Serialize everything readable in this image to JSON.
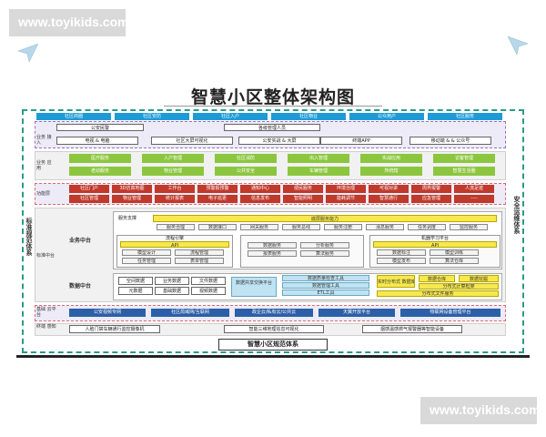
{
  "watermarks": {
    "top": "www.toyikids.com",
    "bottom": "www.toyikids.com"
  },
  "title": "智慧小区整体架构图",
  "side_labels": {
    "left": "标准规范体系",
    "right": "安全运维体系"
  },
  "footer": "智慧小区规范体系",
  "rows": {
    "top_channel": [
      "社区商圈",
      "社区安防",
      "社区入户",
      "社区物业",
      "公众用户",
      "社区服务"
    ],
    "business_access": {
      "label": "业务\n接入",
      "items": [
        "公安民警",
        "电视 & 电脑",
        "社区大屏可视化",
        "公安实战 & 大屏",
        "终端APP",
        "移动端 & & 公众号",
        "各级管理人员"
      ]
    },
    "business_app": {
      "label": "业务\n应用",
      "items": [
        "医疗服务",
        "入户管理",
        "社区消防",
        "出入管理",
        "实战应用",
        "访客管理",
        "老幼服务",
        "物业管理",
        "公共安全",
        "车辆管理",
        "所统辖",
        "智慧生活圈"
      ]
    },
    "dynamic": {
      "label": "功能层",
      "items": [
        "社区门户",
        "3D仿真地图",
        "工作台",
        "预警报预警",
        "通知中心",
        "便民服务",
        "环境治理",
        "可视对讲",
        "周界报警",
        "人流足迹",
        "社区管理",
        "物业管理",
        "统计报表",
        "电子巡更",
        "信息发布",
        "智能照明",
        "能耗调节",
        "智慧通行",
        "应急管理",
        "----"
      ]
    },
    "mid": {
      "label": "标准中台",
      "biz_label": "业务中台",
      "data_label": "数据中台",
      "service_title": "服务支撑",
      "service_sub": "底层服务能力",
      "service_items": [
        "服务治理",
        "数据接口",
        "网关服务",
        "服务总线",
        "服务注册",
        "消息服务",
        "任务调度",
        "监控服务"
      ],
      "engine1": "流程引擎",
      "api1": "API",
      "engine1_items": [
        "模型设计",
        "流程管理",
        "任务管理",
        "表单管理"
      ],
      "engine2": "",
      "engine2_items": [
        "数据服务",
        "分析服务",
        "报表服务",
        "算法服务"
      ],
      "engine3": "机器学习平台",
      "api3": "API",
      "engine3_items": [
        "数据标注",
        "模型训练",
        "模型发布",
        "算法仓库"
      ],
      "data_items": [
        "空间数据",
        "业务数据",
        "文件数据",
        "元数据",
        "基础数据",
        "视频数据"
      ],
      "data_share": "数据共享交换平台",
      "data_tools": [
        "数据质量检查工具",
        "数据管理工具",
        "ETL工具"
      ],
      "data_stores": [
        "实时分布式\n数据库",
        "数据仓库",
        "数据挖掘",
        "分布式计算框架",
        "分布式文件服务"
      ]
    },
    "base": {
      "label": "基础\n云平台",
      "items": [
        "公安视频专网",
        "社区局域网/互联网",
        "政企云/私有云/公共云",
        "天翼开放平台",
        "物联网设备管理平台"
      ]
    },
    "perception": {
      "label": "终端\n感知",
      "items": [
        "人脸门禁车辆通行监控摄像机",
        "智能三维地理信息可视化",
        "烟感温感燃气报警器等智能设备"
      ]
    }
  },
  "colors": {
    "frame": "#2a9a8a",
    "blue": "#1e9bd7",
    "green": "#8cc63f",
    "red": "#c0392b"
  }
}
